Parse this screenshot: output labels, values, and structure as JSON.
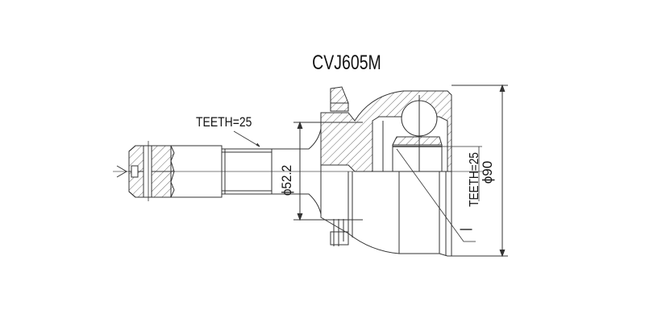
{
  "drawing": {
    "title": "CVJ605M",
    "part_type": "CV joint (outer)",
    "labels": {
      "shaft_teeth": "TEETH=25",
      "flange_diameter": "ϕ52.2",
      "bell_teeth": "TEETH=25",
      "bell_diameter": "ϕ90",
      "abs_marker": "|"
    },
    "colors": {
      "line": "#333333",
      "background": "#ffffff",
      "text": "#111111"
    }
  }
}
